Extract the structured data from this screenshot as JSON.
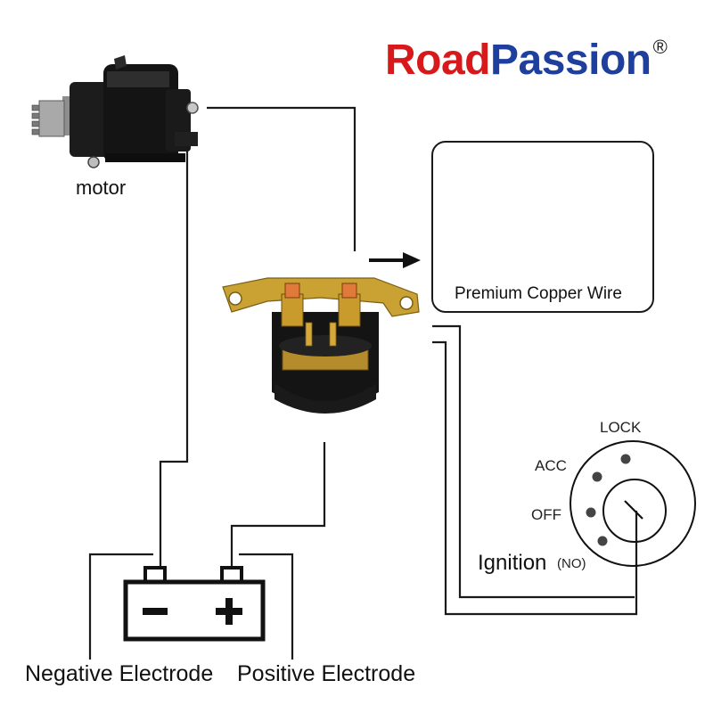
{
  "brand": {
    "part1": "Road",
    "part2": "Passion",
    "registered_mark": "®",
    "colors": {
      "R": "#d7191c",
      "P": "#1f3f9f",
      "text": "#1a1a1a"
    }
  },
  "labels": {
    "motor": "motor",
    "copper_wire": "Premium Copper Wire",
    "negative": "Negative Electrode",
    "positive": "Positive Electrode",
    "ignition": "Ignition",
    "ignition_mode": "(NO)",
    "lock": "LOCK",
    "acc": "ACC",
    "off": "OFF"
  },
  "battery": {
    "minus": "−",
    "plus": "+"
  },
  "colors": {
    "wire": "#1a1a1a",
    "copper": "#b5561a",
    "bracket": "#c9a233",
    "solenoid_body": "#141414",
    "motor_body": "#1c1c1c"
  },
  "icons": [
    "starter-motor-icon",
    "solenoid-relay-icon",
    "copper-wire-spool-icon",
    "battery-icon",
    "ignition-switch-icon",
    "arrow-right-icon"
  ]
}
